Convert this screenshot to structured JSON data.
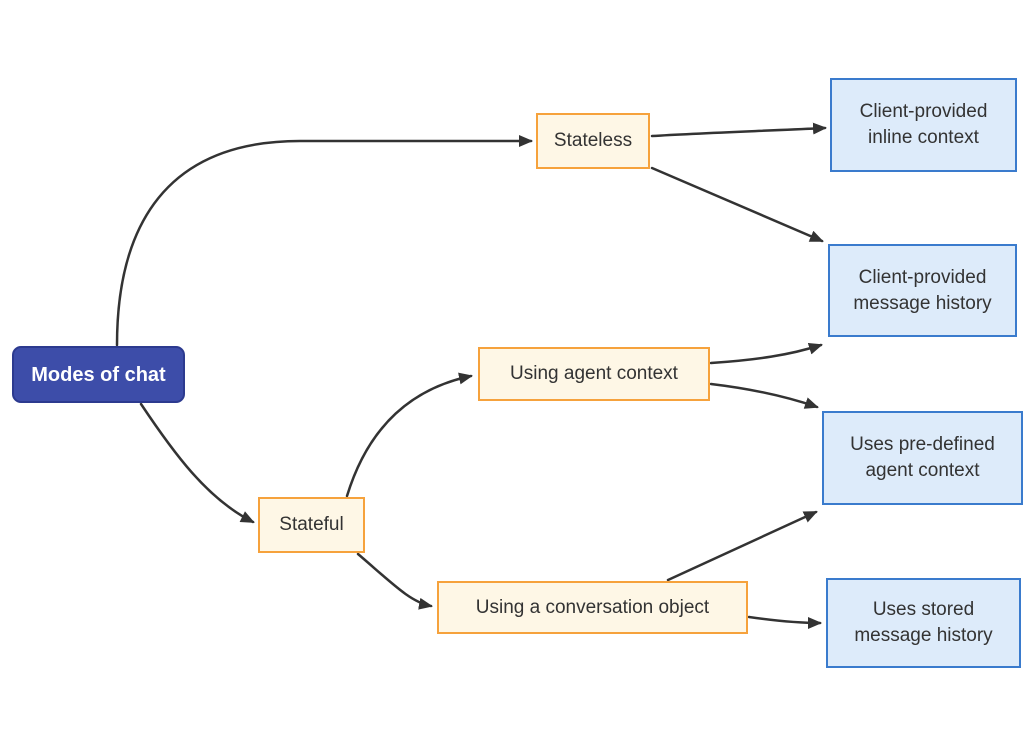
{
  "diagram": {
    "type": "flowchart",
    "direction": "left-to-right",
    "title": "Modes of chat",
    "nodes": {
      "modes": {
        "label": "Modes of chat",
        "kind": "root"
      },
      "stateless": {
        "label": "Stateless",
        "kind": "branch"
      },
      "stateful": {
        "label": "Stateful",
        "kind": "branch"
      },
      "agent": {
        "label": "Using agent context",
        "kind": "branch"
      },
      "conversation": {
        "label": "Using a conversation object",
        "kind": "branch"
      },
      "inline": {
        "label": "Client-provided\ninline context",
        "kind": "leaf"
      },
      "history": {
        "label": "Client-provided\nmessage history",
        "kind": "leaf"
      },
      "predefined": {
        "label": "Uses pre-defined\nagent context",
        "kind": "leaf"
      },
      "stored": {
        "label": "Uses stored\nmessage history",
        "kind": "leaf"
      }
    },
    "edges": [
      {
        "from": "modes",
        "to": "stateless"
      },
      {
        "from": "modes",
        "to": "stateful"
      },
      {
        "from": "stateless",
        "to": "inline"
      },
      {
        "from": "stateless",
        "to": "history"
      },
      {
        "from": "stateful",
        "to": "agent"
      },
      {
        "from": "stateful",
        "to": "conversation"
      },
      {
        "from": "agent",
        "to": "history"
      },
      {
        "from": "agent",
        "to": "predefined"
      },
      {
        "from": "conversation",
        "to": "predefined"
      },
      {
        "from": "conversation",
        "to": "stored"
      }
    ],
    "colors": {
      "background": "#FFFFFF",
      "root_fill": "#3D4DA9",
      "root_border": "#2C3A8F",
      "root_text": "#FFFFFF",
      "branch_fill": "#FEF7E6",
      "branch_border": "#F6A23C",
      "leaf_fill": "#DDEBFA",
      "leaf_border": "#3A7BCD",
      "edge": "#333333",
      "text": "#333333"
    }
  }
}
